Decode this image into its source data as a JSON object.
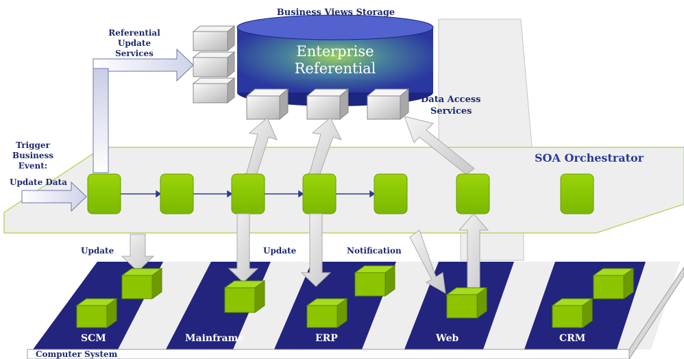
{
  "storage": {
    "title": "Business Views Storage",
    "db_line1": "Enterprise",
    "db_line2": "Referential"
  },
  "services": {
    "referential_update": [
      "Referential",
      "Update",
      "Services"
    ],
    "data_access": [
      "Data Access",
      "Services"
    ]
  },
  "trigger": {
    "lines": [
      "Trigger",
      "Business",
      "Event:"
    ],
    "update_data": "Update Data"
  },
  "orchestrator": {
    "label": "SOA Orchestrator"
  },
  "flows": {
    "update_1": "Update",
    "update_2": "Update",
    "notification": "Notification"
  },
  "systems": {
    "items": [
      "SCM",
      "Mainframe",
      "ERP",
      "Web",
      "CRM"
    ],
    "caption": "Computer System"
  },
  "colors": {
    "green": "#8cc400",
    "navy": "#22247e",
    "db_blue": "#2c3aa6",
    "db_glow": "#9fe046",
    "plane": "#eeeeee",
    "plane_border": "#b7d66a"
  }
}
